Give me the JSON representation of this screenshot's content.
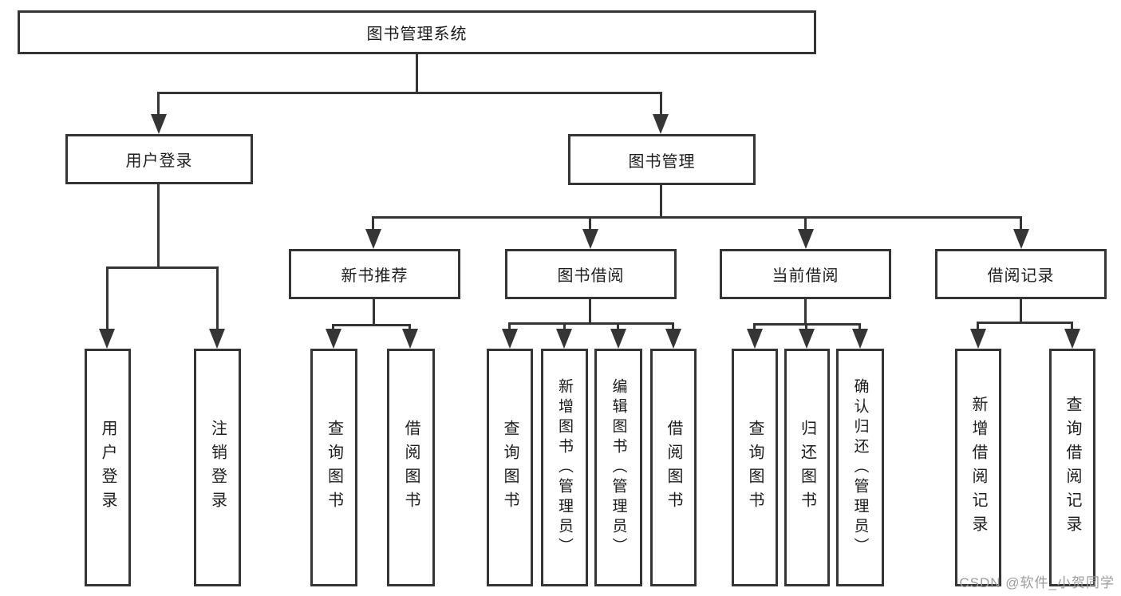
{
  "tree": {
    "label": "图书管理系统",
    "children": [
      {
        "label": "用户登录",
        "children": [
          {
            "label": "用户登录"
          },
          {
            "label": "注销登录"
          }
        ]
      },
      {
        "label": "图书管理",
        "children": [
          {
            "label": "新书推荐",
            "children": [
              {
                "label": "查询图书"
              },
              {
                "label": "借阅图书"
              }
            ]
          },
          {
            "label": "图书借阅",
            "children": [
              {
                "label": "查询图书"
              },
              {
                "label": "新增图书（管理员）"
              },
              {
                "label": "编辑图书（管理员）"
              },
              {
                "label": "借阅图书"
              }
            ]
          },
          {
            "label": "当前借阅",
            "children": [
              {
                "label": "查询图书"
              },
              {
                "label": "归还图书"
              },
              {
                "label": "确认归还（管理员）"
              }
            ]
          },
          {
            "label": "借阅记录",
            "children": [
              {
                "label": "新增借阅记录"
              },
              {
                "label": "查询借阅记录"
              }
            ]
          }
        ]
      }
    ]
  },
  "watermark": {
    "text": "CSDN @软件_小贺同学"
  },
  "colors": {
    "line": "#353535",
    "text": "#1c1c1c",
    "background": "#ffffff",
    "watermark": "#9c9c9c"
  }
}
